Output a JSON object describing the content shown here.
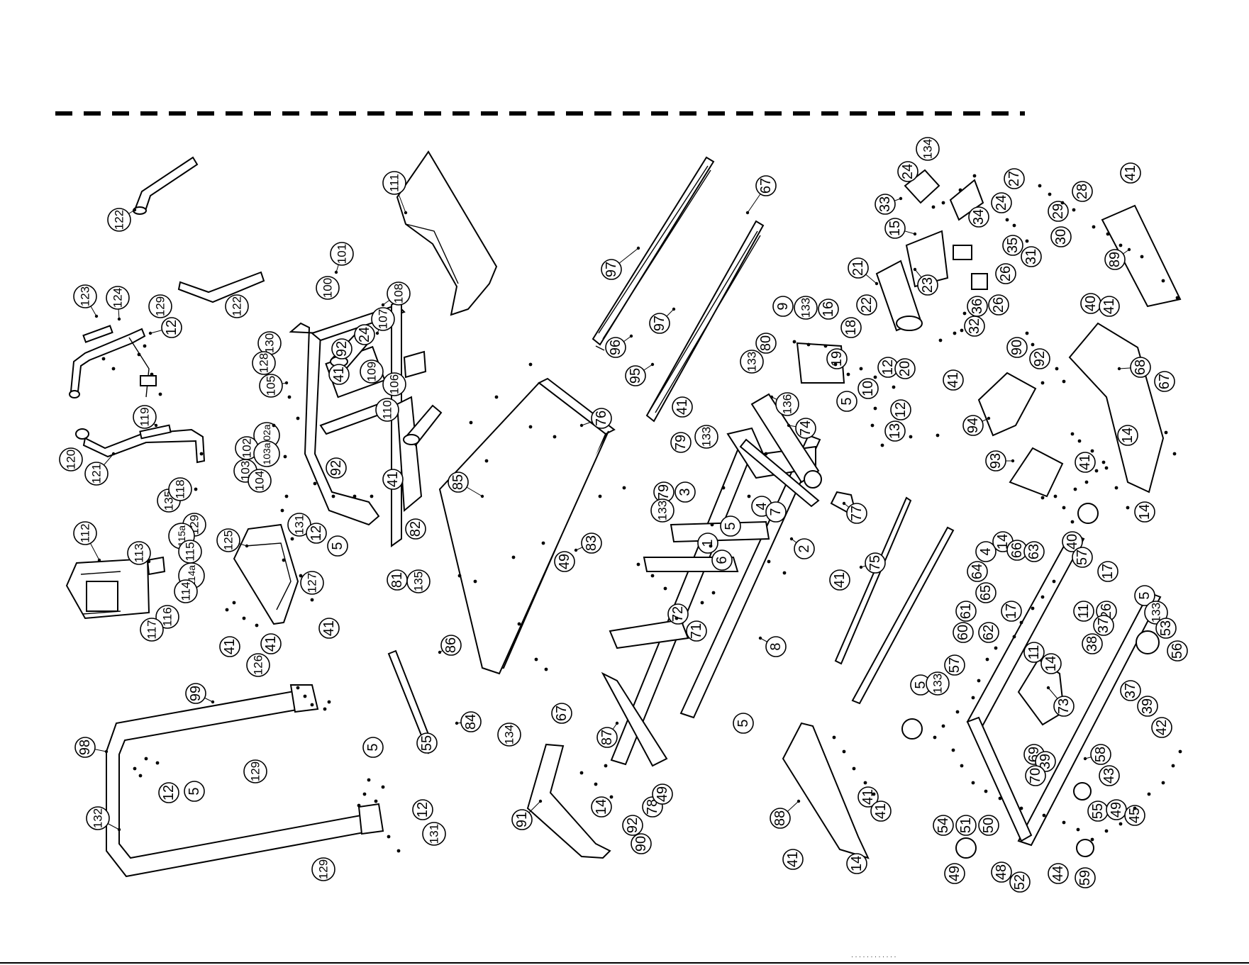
{
  "footer": {
    "text": "· · · · · ·  · · · · · ·"
  },
  "callouts": {
    "p122a": "122",
    "p111": "111",
    "p97a": "97",
    "p96": "96",
    "p67a": "67",
    "p97b": "97",
    "p95": "95",
    "p41a": "41",
    "p134a": "134",
    "p24a": "24",
    "p33": "33",
    "p15": "15",
    "p27": "27",
    "p24b": "24",
    "p34": "34",
    "p28": "28",
    "p29": "29",
    "p30": "30",
    "p31": "31",
    "p41b": "41",
    "p89": "89",
    "p21": "21",
    "p35": "35",
    "p23": "23",
    "p36": "36",
    "p26a": "26",
    "p26b": "26",
    "p32": "32",
    "p123": "123",
    "p124": "124",
    "p129a": "129",
    "p12a": "12",
    "p122b": "122",
    "p101": "101",
    "p100": "100",
    "p108": "108",
    "p107": "107",
    "p130": "130",
    "p128": "128",
    "p92a": "92",
    "p24c": "24",
    "p41c": "41",
    "p105": "105",
    "p109": "109",
    "p106": "106",
    "p110": "110",
    "p119": "119",
    "p120": "120",
    "p121": "121",
    "p135a": "135",
    "p118": "118",
    "p129b": "129",
    "p102a": "102a",
    "p102": "102",
    "p103a": "103a",
    "p103": "103",
    "p104": "104",
    "p92b": "92",
    "p131a": "131",
    "p12b": "12",
    "p5a": "5",
    "p41d": "41",
    "p112": "112",
    "p113": "113",
    "p115a": "115a",
    "p115": "115",
    "p114a": "114a",
    "p114": "114",
    "p116": "116",
    "p117": "117",
    "p125": "125",
    "p127": "127",
    "p41e": "41",
    "p41f": "41",
    "p126": "126",
    "p41g": "41",
    "p99": "99",
    "p98": "98",
    "p129c": "129",
    "p132": "132",
    "p12c": "12",
    "p5b": "5",
    "p5c": "5",
    "p12d": "12",
    "p131b": "131",
    "p129d": "129",
    "p76": "76",
    "p85": "85",
    "p82": "82",
    "p83": "83",
    "p49a": "49",
    "p81": "81",
    "p135b": "135",
    "p86": "86",
    "p84": "84",
    "p55a": "55",
    "p134b": "134",
    "p67b": "67",
    "p87": "87",
    "p91": "91",
    "p14a": "14",
    "p92c": "92",
    "p90a": "90",
    "p78": "78",
    "p49b": "49",
    "p9": "9",
    "p133a": "133",
    "p16": "16",
    "p18": "18",
    "p22": "22",
    "p19": "19",
    "p12e": "12",
    "p20": "20",
    "p10": "10",
    "p12f": "12",
    "p13": "13",
    "p5d": "5",
    "p80": "80",
    "p133b": "133",
    "p136": "136",
    "p74": "74",
    "p79a": "79",
    "p133c": "133",
    "p79b": "79",
    "p3": "3",
    "p133d": "133",
    "p5e": "5",
    "p4a": "4",
    "p7": "7",
    "p77": "77",
    "p1": "1",
    "p6": "6",
    "p2": "2",
    "p72": "72",
    "p71": "71",
    "p8": "8",
    "p5f": "5",
    "p75": "75",
    "p41h": "41",
    "p88": "88",
    "p41i": "41",
    "p41j": "41",
    "p41k": "41",
    "p14b": "14",
    "p40": "40",
    "p41l": "41",
    "p90b": "90",
    "p92d": "92",
    "p41m": "41",
    "p68": "68",
    "p67c": "67",
    "p94": "94",
    "p14c": "14",
    "p93": "93",
    "p41n": "41",
    "p14d": "14",
    "p4b": "4",
    "p14e": "14",
    "p66": "66",
    "p64": "64",
    "p63": "63",
    "p65": "65",
    "p40b": "40",
    "p57a": "57",
    "p17a": "17",
    "p61": "61",
    "p60": "60",
    "p62": "62",
    "p17b": "17",
    "p11": "11",
    "p26c": "26",
    "p5g": "5",
    "p133e": "133",
    "p53": "53",
    "p56": "56",
    "p37a": "37",
    "p38": "38",
    "p11b": "11",
    "p14f": "14",
    "p73": "73",
    "p57b": "57",
    "p5h": "5",
    "p133f": "133",
    "p37b": "37",
    "p39a": "39",
    "p42": "42",
    "p69": "69",
    "p39b": "39",
    "p70": "70",
    "p58": "58",
    "p43": "43",
    "p55b": "55",
    "p49c": "49",
    "p45": "45",
    "p54": "54",
    "p51": "51",
    "p50": "50",
    "p49d": "49",
    "p48": "48",
    "p52": "52",
    "p44": "44",
    "p59": "59"
  }
}
